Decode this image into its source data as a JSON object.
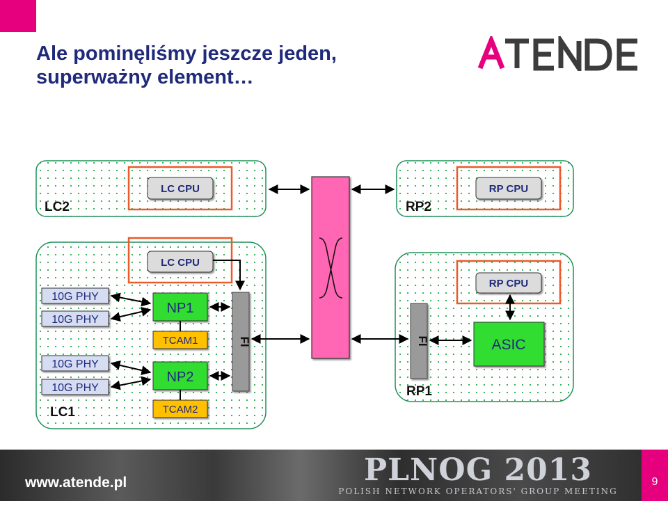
{
  "header": {
    "title_line1": "Ale pominęliśmy jeszcze jeden,",
    "title_line2": "superważny element…"
  },
  "logo": {
    "text": "ATENDE",
    "colors": {
      "A": "#e6007e",
      "rest": "#3c3c3c"
    }
  },
  "diagram": {
    "lc2": {
      "label": "LC2",
      "cpu": "LC CPU"
    },
    "rp2": {
      "label": "RP2",
      "cpu": "RP CPU"
    },
    "lc1": {
      "label": "LC1",
      "cpu": "LC CPU",
      "phys": [
        "10G PHY",
        "10G PHY",
        "10G PHY",
        "10G PHY"
      ],
      "np1": "NP1",
      "tcam1": "TCAM1",
      "np2": "NP2",
      "tcam2": "TCAM2",
      "fi": "FI"
    },
    "rp1": {
      "label": "RP1",
      "cpu": "RP CPU",
      "asic": "ASIC",
      "fi": "FI"
    },
    "colors": {
      "dots": "#22aa44",
      "cpu_fill": "#dcdcdc",
      "highlight": "#ea5a2a",
      "np_fill": "#33dd33",
      "tcam_fill": "#ffc000",
      "fabric_fill": "#ff66b3",
      "fi_fill": "#9a9a9a",
      "phy_fill": "#d6dcf2"
    }
  },
  "footer": {
    "url": "www.atende.pl",
    "event_title": "PLNOG 2013",
    "event_subtitle": "POLISH NETWORK OPERATORS' GROUP MEETING",
    "page_number": "9"
  }
}
